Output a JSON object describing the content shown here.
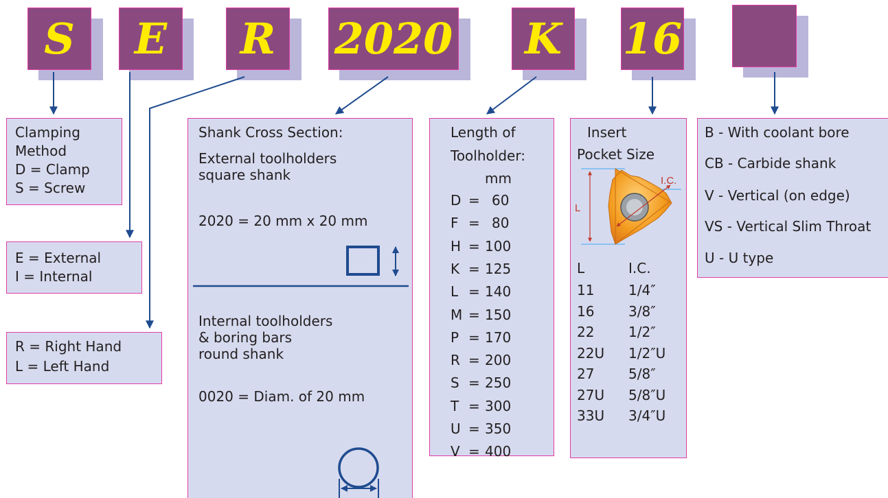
{
  "codes": [
    "S",
    "E",
    "R",
    "2020",
    "K",
    "16",
    ""
  ],
  "clamping": {
    "lines": [
      "Clamping",
      "Method",
      "D =  Clamp",
      "S  = Screw"
    ]
  },
  "external": {
    "lines": [
      "E = External",
      "I =  Internal"
    ]
  },
  "hand": {
    "lines": [
      "R = Right Hand",
      "L = Left Hand"
    ]
  },
  "shank": {
    "title": "Shank Cross Section:",
    "ext1": "External toolholders",
    "ext2": "square shank",
    "ext_code": "2020 = 20 mm x 20 mm",
    "int1": "Internal toolholders",
    "int2": "& boring bars",
    "int3": "round shank",
    "int_code": "0020 = Diam. of 20 mm"
  },
  "length": {
    "title1": "Length of",
    "title2": "Toolholder:",
    "unit": "mm",
    "rows": [
      {
        "code": "D",
        "value": "60"
      },
      {
        "code": "F",
        "value": "80"
      },
      {
        "code": "H",
        "value": "100"
      },
      {
        "code": "K",
        "value": "125"
      },
      {
        "code": "L",
        "value": "140"
      },
      {
        "code": "M",
        "value": "150"
      },
      {
        "code": "P",
        "value": "170"
      },
      {
        "code": "R",
        "value": "200"
      },
      {
        "code": "S",
        "value": "250"
      },
      {
        "code": "T",
        "value": "300"
      },
      {
        "code": "U",
        "value": "350"
      },
      {
        "code": "V",
        "value": "400"
      }
    ]
  },
  "insert": {
    "title1": "Insert",
    "title2": "Pocket Size",
    "fig_l": "L",
    "fig_ic": "I.C.",
    "col_l": "L",
    "col_ic": "I.C.",
    "rows": [
      {
        "l": "11",
        "ic": "1/4″"
      },
      {
        "l": "16",
        "ic": "3/8″"
      },
      {
        "l": "22",
        "ic": "1/2″"
      },
      {
        "l": "22U",
        "ic": "1/2″U"
      },
      {
        "l": "27",
        "ic": "5/8″"
      },
      {
        "l": "27U",
        "ic": "5/8″U"
      },
      {
        "l": "33U",
        "ic": "3/4″U"
      }
    ]
  },
  "options": {
    "lines": [
      "B -  With coolant bore",
      "CB - Carbide shank",
      "V - Vertical (on edge)",
      "VS - Vertical Slim Throat",
      "U - U type"
    ]
  },
  "colors": {
    "code_fill": "#8a4a7f",
    "code_text": "#ffeb00",
    "box_fill": "#d6daee",
    "border": "#e23ba8",
    "arrow": "#1f4b8f"
  }
}
